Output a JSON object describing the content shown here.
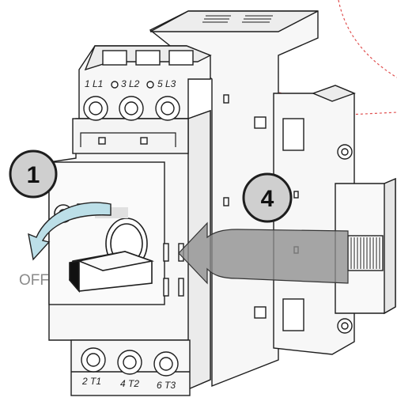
{
  "steps": [
    {
      "number": "1"
    },
    {
      "number": "4"
    }
  ],
  "switch_state_label": "OFF",
  "top_terminals": [
    "1 L1",
    "3 L2",
    "5 L3"
  ],
  "bottom_terminals": [
    "2 T1",
    "4 T2",
    "6 T3"
  ],
  "colors": {
    "outline": "#1e1e1e",
    "body": "#f7f7f7",
    "callout_fill": "#cfcfcf",
    "arrow_gray": "#909090",
    "off_text": "#8a8a8a",
    "detail_circle": "#e05050"
  }
}
